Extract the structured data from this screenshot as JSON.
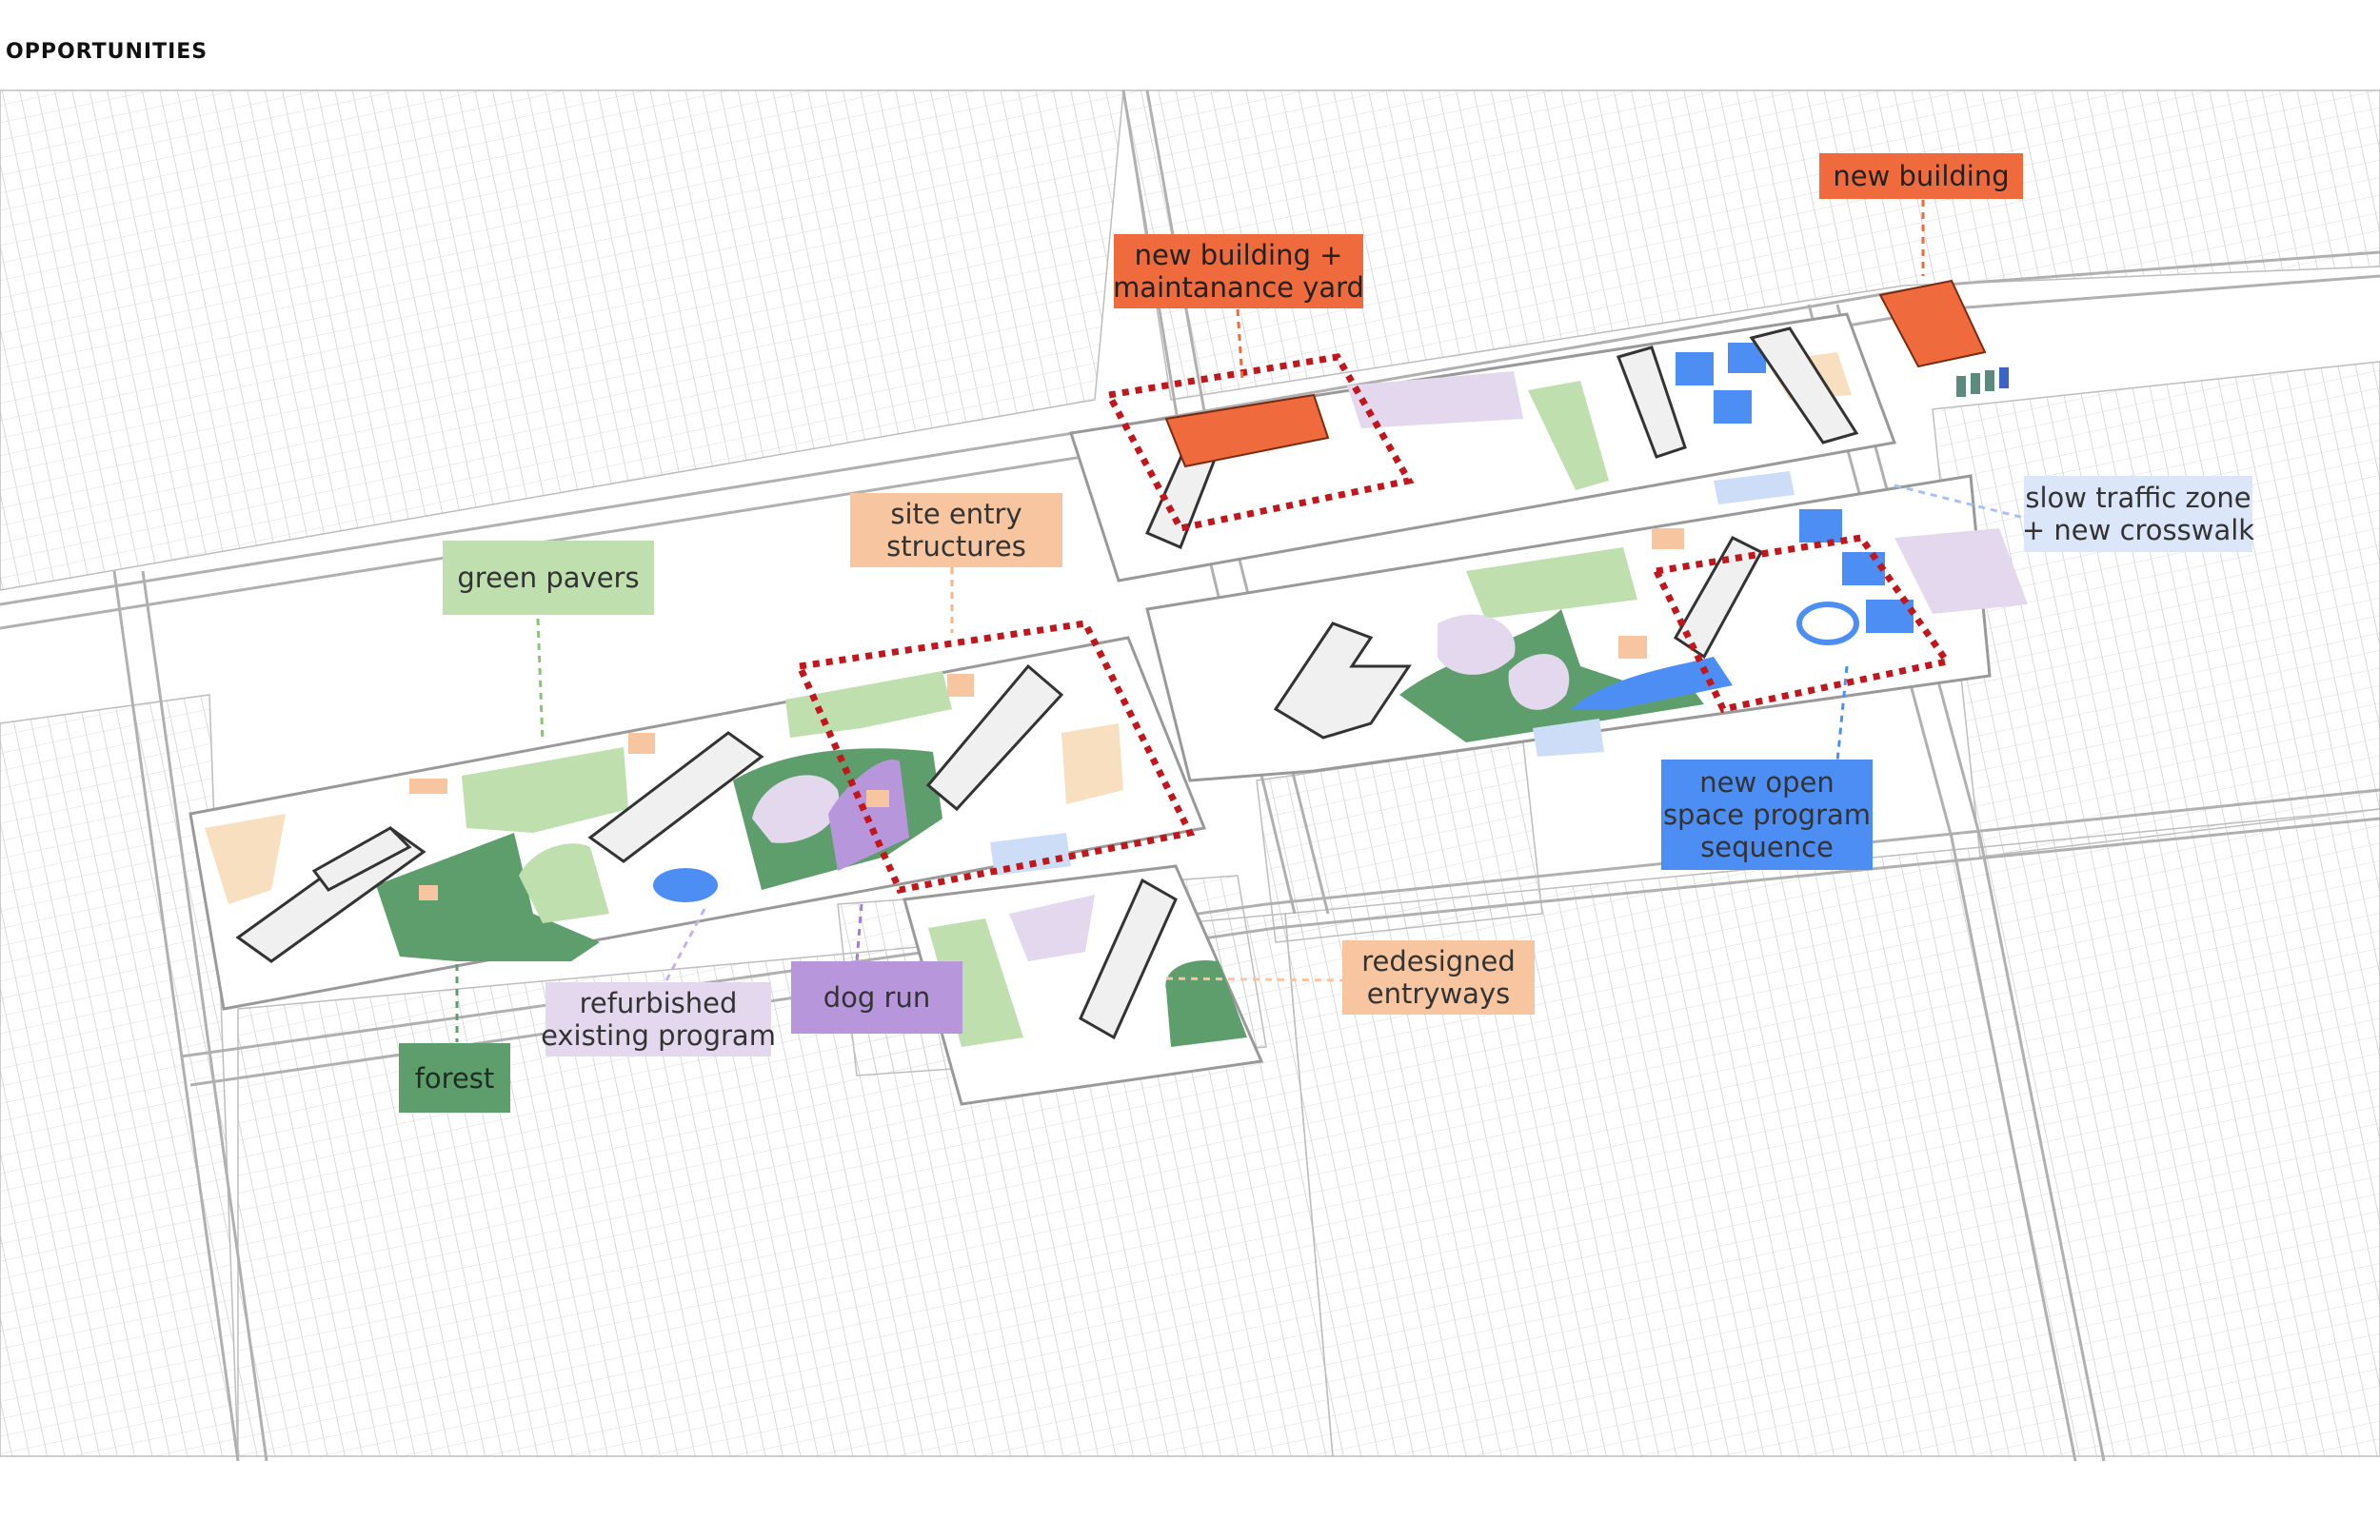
{
  "title": "OPPORTUNITIES",
  "colors": {
    "new_building": "#ef6a3c",
    "entry": "#f7c6a1",
    "green": "#bfdfae",
    "forest": "#5e9e6c",
    "purple_light": "#e3d8ee",
    "dog_run": "#b896dc",
    "blue": "#4d8ef5",
    "blue_light": "#cdddf8",
    "tan": "#f7dfc0",
    "highlight": "#c0161c"
  },
  "labels": {
    "new_building_yard": [
      "new building +",
      "maintanance yard"
    ],
    "new_building": [
      "new building"
    ],
    "site_entry": [
      "site entry",
      "structures"
    ],
    "green_pavers": [
      "green pavers"
    ],
    "slow_traffic": [
      "slow traffic zone",
      "+ new crosswalk"
    ],
    "new_open_space": [
      "new open",
      "space program",
      "sequence"
    ],
    "redesigned_entryways": [
      "redesigned",
      "entryways"
    ],
    "refurbished": [
      "refurbished",
      "existing program"
    ],
    "dog_run": [
      "dog run"
    ],
    "forest": [
      "forest"
    ]
  }
}
